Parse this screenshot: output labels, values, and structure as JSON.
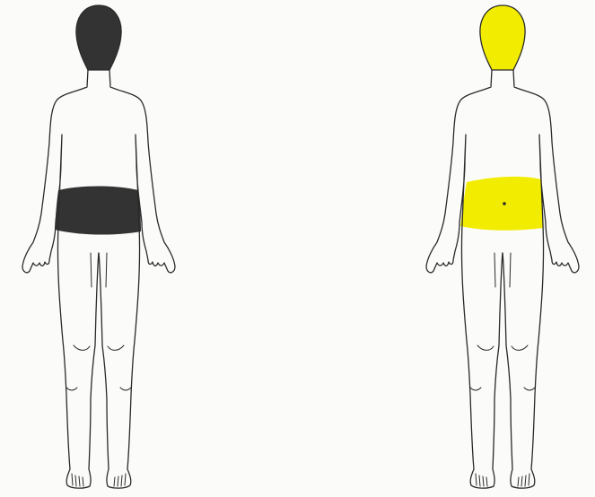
{
  "figures": [
    {
      "id": "back-view",
      "marked_regions": [
        "head",
        "lower-back"
      ],
      "mark_color": "#333333"
    },
    {
      "id": "front-view",
      "marked_regions": [
        "head",
        "abdomen"
      ],
      "mark_color": "#f2ec00"
    }
  ],
  "colors": {
    "paper": "#fbfbfa",
    "line": "#2a2a2a",
    "dark_mark": "#333333",
    "yellow_mark": "#f2ec00"
  }
}
